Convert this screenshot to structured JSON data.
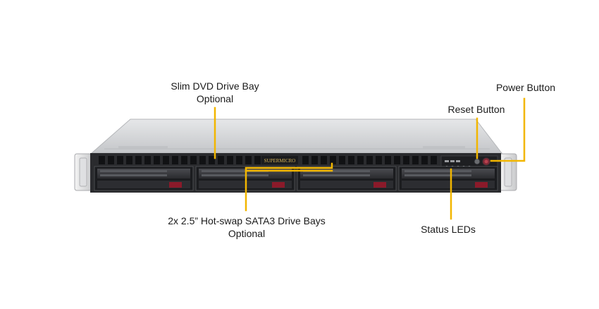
{
  "callouts": {
    "dvd_bay": {
      "line1": "Slim DVD Drive Bay",
      "line2": "Optional"
    },
    "power_button": {
      "label": "Power Button"
    },
    "reset_button": {
      "label": "Reset Button"
    },
    "sata_bays": {
      "line1": "2x 2.5” Hot-swap  SATA3 Drive Bays",
      "line2": "Optional"
    },
    "status_leds": {
      "label": "Status LEDs"
    }
  },
  "server": {
    "brand": "SUPERMICRO"
  },
  "colors": {
    "callout_line": "#f2b600",
    "chassis_top": "#d7d8da",
    "front_panel": "#2a2b2e",
    "drive_tray": "#3a3b3f",
    "red_latch": "#8b1a2a"
  }
}
